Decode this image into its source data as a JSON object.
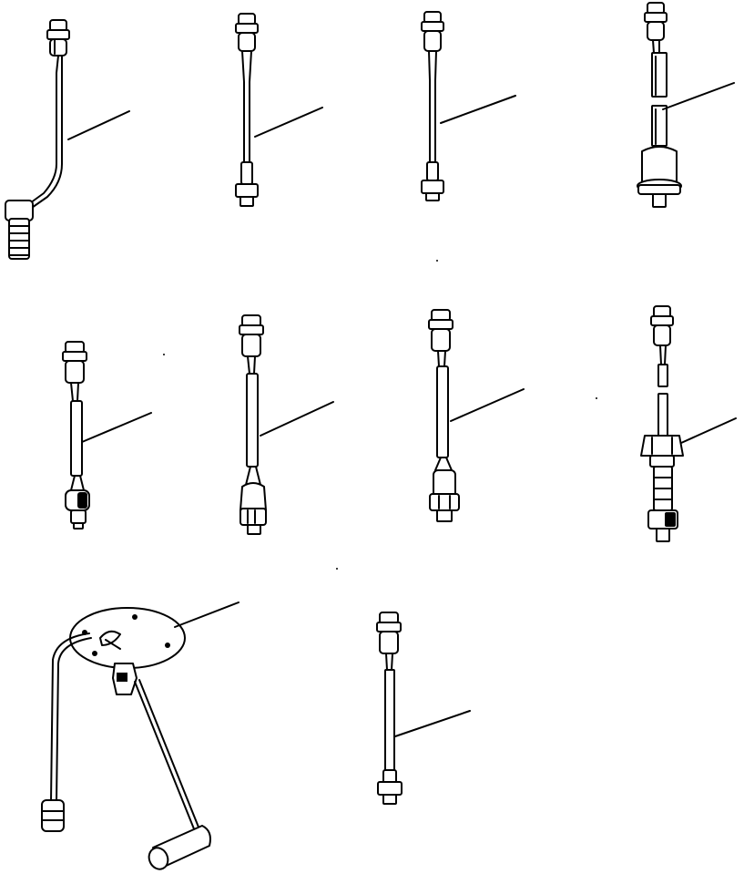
{
  "figure": {
    "colors": {
      "ink": "#000000",
      "paper": "#ffffff"
    },
    "parts": [
      {
        "id": "sensor-bent-lead-threaded-base"
      },
      {
        "id": "sensor-small-nut-1"
      },
      {
        "id": "sensor-small-nut-2"
      },
      {
        "id": "sensor-cylinder-flange"
      },
      {
        "id": "sensor-round-body"
      },
      {
        "id": "sensor-large-body-1"
      },
      {
        "id": "sensor-large-body-2"
      },
      {
        "id": "sensor-long-threaded-body"
      },
      {
        "id": "fuel-level-sender-with-float"
      },
      {
        "id": "sensor-small-nut-3"
      }
    ]
  }
}
